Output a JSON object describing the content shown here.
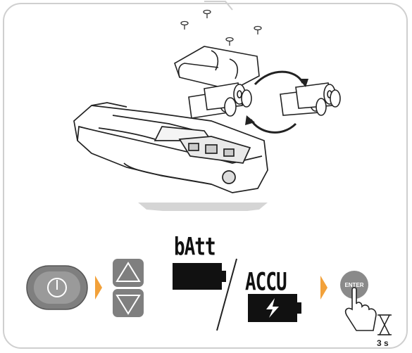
{
  "display": {
    "battery_label": "bAtt",
    "accu_label": "ACCU"
  },
  "button": {
    "enter_label": "ENTER"
  },
  "hold": {
    "duration": "3 s"
  },
  "icons": [
    "power-icon",
    "arrow-up-icon",
    "arrow-down-icon",
    "battery-icon",
    "charging-battery-icon",
    "hourglass-icon",
    "hand-press-icon"
  ],
  "colors": {
    "accent_arrow": "#f2a13a",
    "button_gray": "#7f7f7f",
    "frame": "#cfcfcf",
    "flow_arrow": "#d5d5d5"
  }
}
